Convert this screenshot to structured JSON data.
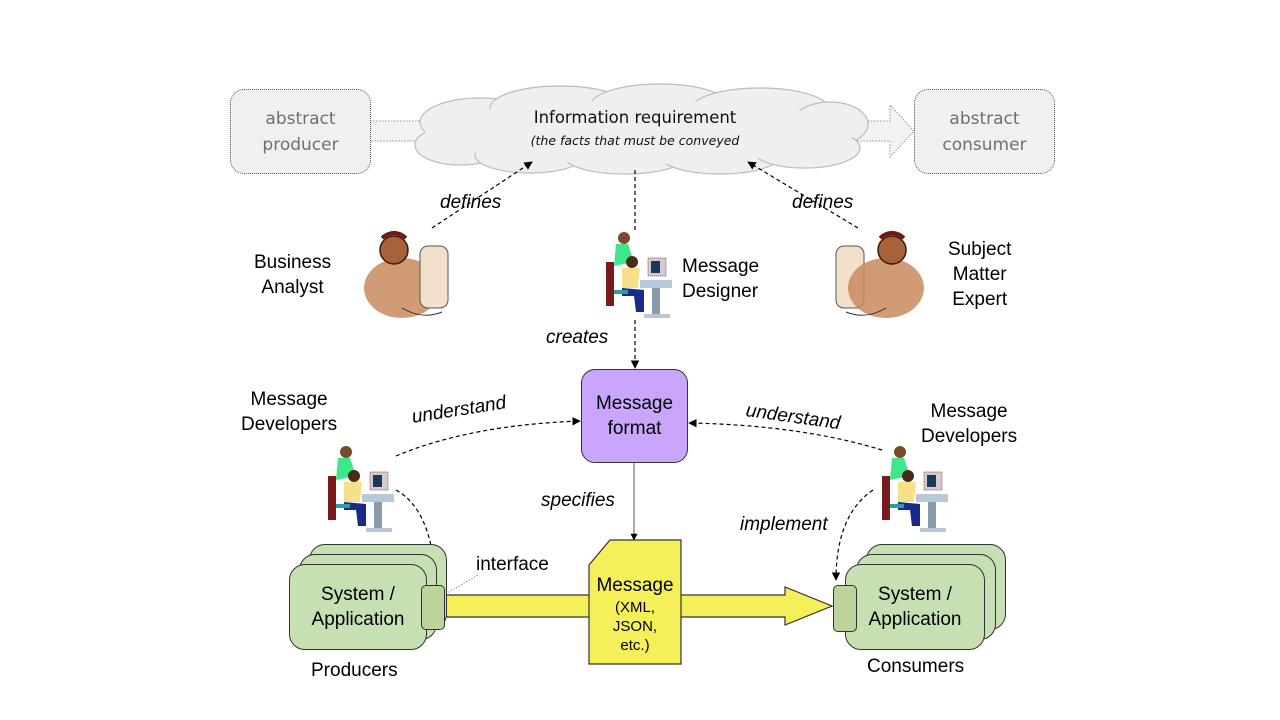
{
  "top": {
    "abstract_producer": [
      "abstract",
      "producer"
    ],
    "abstract_consumer": [
      "abstract",
      "consumer"
    ],
    "cloud_title": "Information requirement",
    "cloud_subtitle": "(the facts that must be conveyed"
  },
  "roles": {
    "business_analyst": [
      "Business",
      "Analyst"
    ],
    "message_designer": [
      "Message",
      "Designer"
    ],
    "subject_matter_expert": [
      "Subject",
      "Matter",
      "Expert"
    ],
    "message_developers_left": [
      "Message",
      "Developers"
    ],
    "message_developers_right": [
      "Message",
      "Developers"
    ]
  },
  "relations": {
    "defines_left": "defines",
    "defines_right": "defines",
    "creates": "creates",
    "understand_left": "understand",
    "understand_right": "understand",
    "specifies": "specifies",
    "implement": "implement",
    "interface": "interface"
  },
  "message_format": [
    "Message",
    "format"
  ],
  "message": {
    "title": "Message",
    "lines": [
      "(XML,",
      "JSON,",
      "etc.)"
    ]
  },
  "systems": {
    "producer": [
      "System /",
      "Application"
    ],
    "consumer": [
      "System /",
      "Application"
    ],
    "producer_caption": "Producers",
    "consumer_caption": "Consumers"
  },
  "colors": {
    "message_format_fill": "#c9a6fb",
    "message_fill": "#f5f05a",
    "system_fill": "#c6e0b4",
    "interface_fill": "#bdd39c",
    "cloud_fill": "#efefef"
  }
}
